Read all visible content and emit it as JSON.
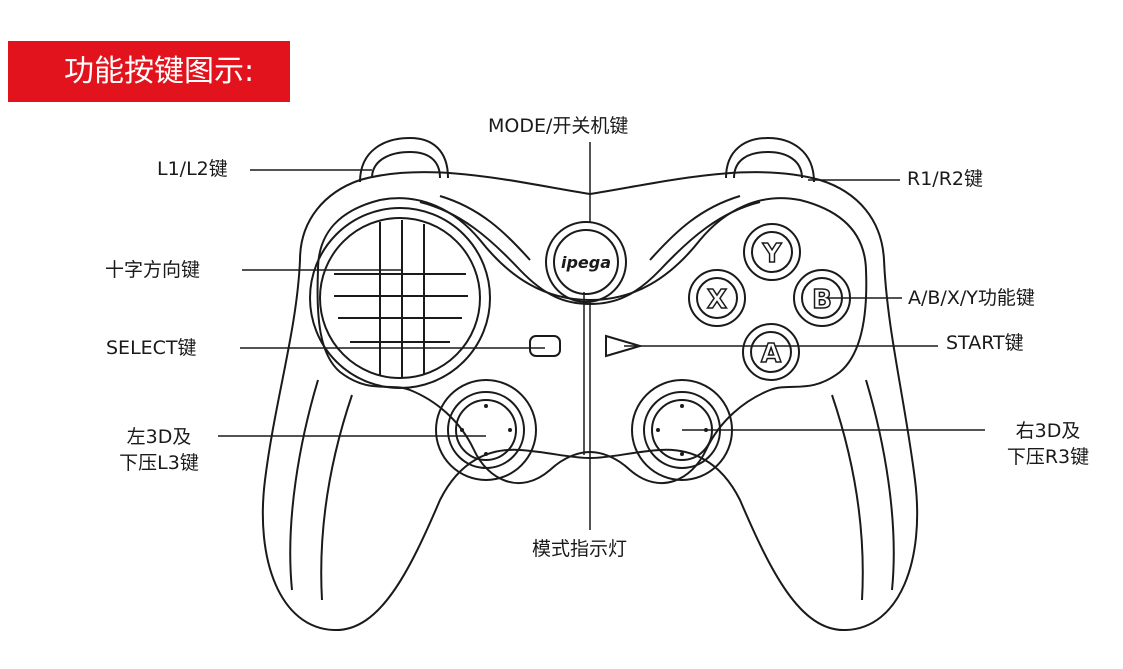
{
  "header": {
    "title": "功能按键图示:"
  },
  "labels": {
    "mode": "MODE/开关机键",
    "l1l2": "L1/L2键",
    "r1r2": "R1/R2键",
    "dpad": "十字方向键",
    "abxy": "A/B/X/Y功能键",
    "select": "SELECT键",
    "start": "START键",
    "left_stick_line1": "左3D及",
    "left_stick_line2": "下压L3键",
    "right_stick_line1": "右3D及",
    "right_stick_line2": "下压R3键",
    "mode_led": "模式指示灯"
  },
  "buttons": {
    "y": "Y",
    "x": "X",
    "b": "B",
    "a": "A"
  },
  "logo": "ipega",
  "colors": {
    "banner": "#e2131d",
    "line": "#1a1a1a"
  }
}
